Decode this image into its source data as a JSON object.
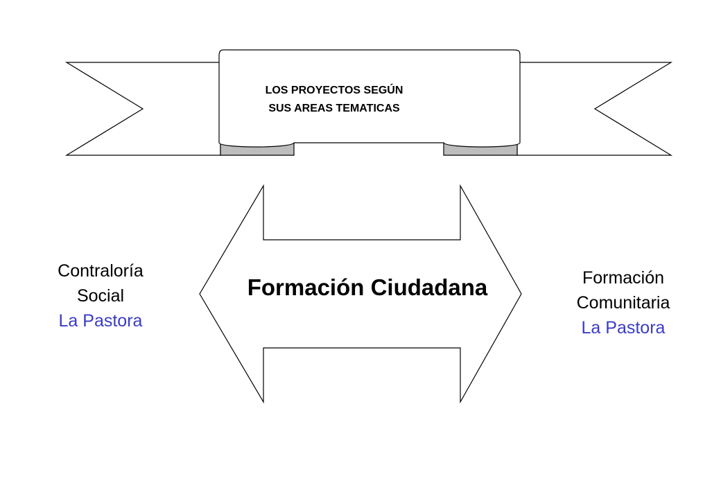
{
  "banner": {
    "line1": "LOS PROYECTOS SEGÚN",
    "line2": "SUS AREAS TEMATICAS"
  },
  "arrow": {
    "label": "Formación Ciudadana"
  },
  "left": {
    "line1": "Contraloría",
    "line2": "Social",
    "place": "La Pastora"
  },
  "right": {
    "line1": "Formación",
    "line2": "Comunitaria",
    "place": "La Pastora"
  },
  "colors": {
    "text": "#000000",
    "accent": "#3b3bc6",
    "stroke": "#000000",
    "banner_shade": "#bdbdbd"
  }
}
